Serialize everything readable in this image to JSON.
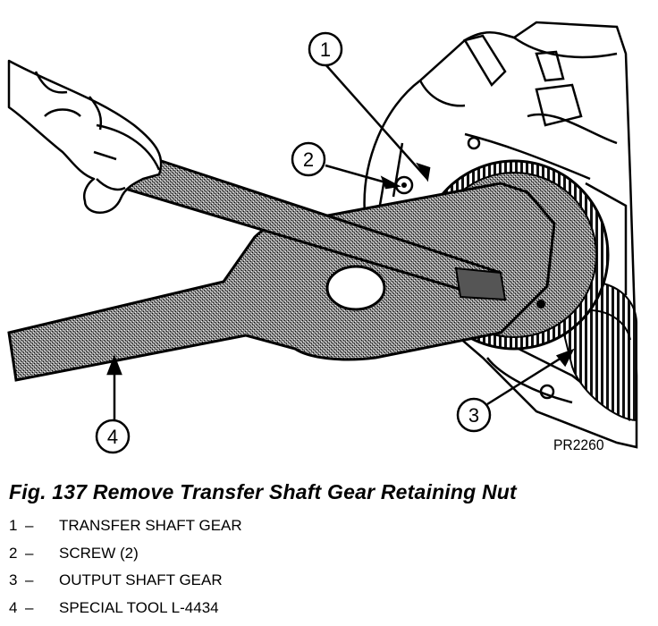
{
  "figure": {
    "code": "PR2260",
    "callouts": [
      "1",
      "2",
      "3",
      "4"
    ]
  },
  "caption": "Fig. 137 Remove Transfer Shaft Gear Retaining Nut",
  "legend": [
    {
      "num": "1",
      "dash": "–",
      "text": "TRANSFER SHAFT GEAR"
    },
    {
      "num": "2",
      "dash": "–",
      "text": "SCREW (2)"
    },
    {
      "num": "3",
      "dash": "–",
      "text": "OUTPUT SHAFT GEAR"
    },
    {
      "num": "4",
      "dash": "–",
      "text": "SPECIAL TOOL L-4434"
    }
  ]
}
